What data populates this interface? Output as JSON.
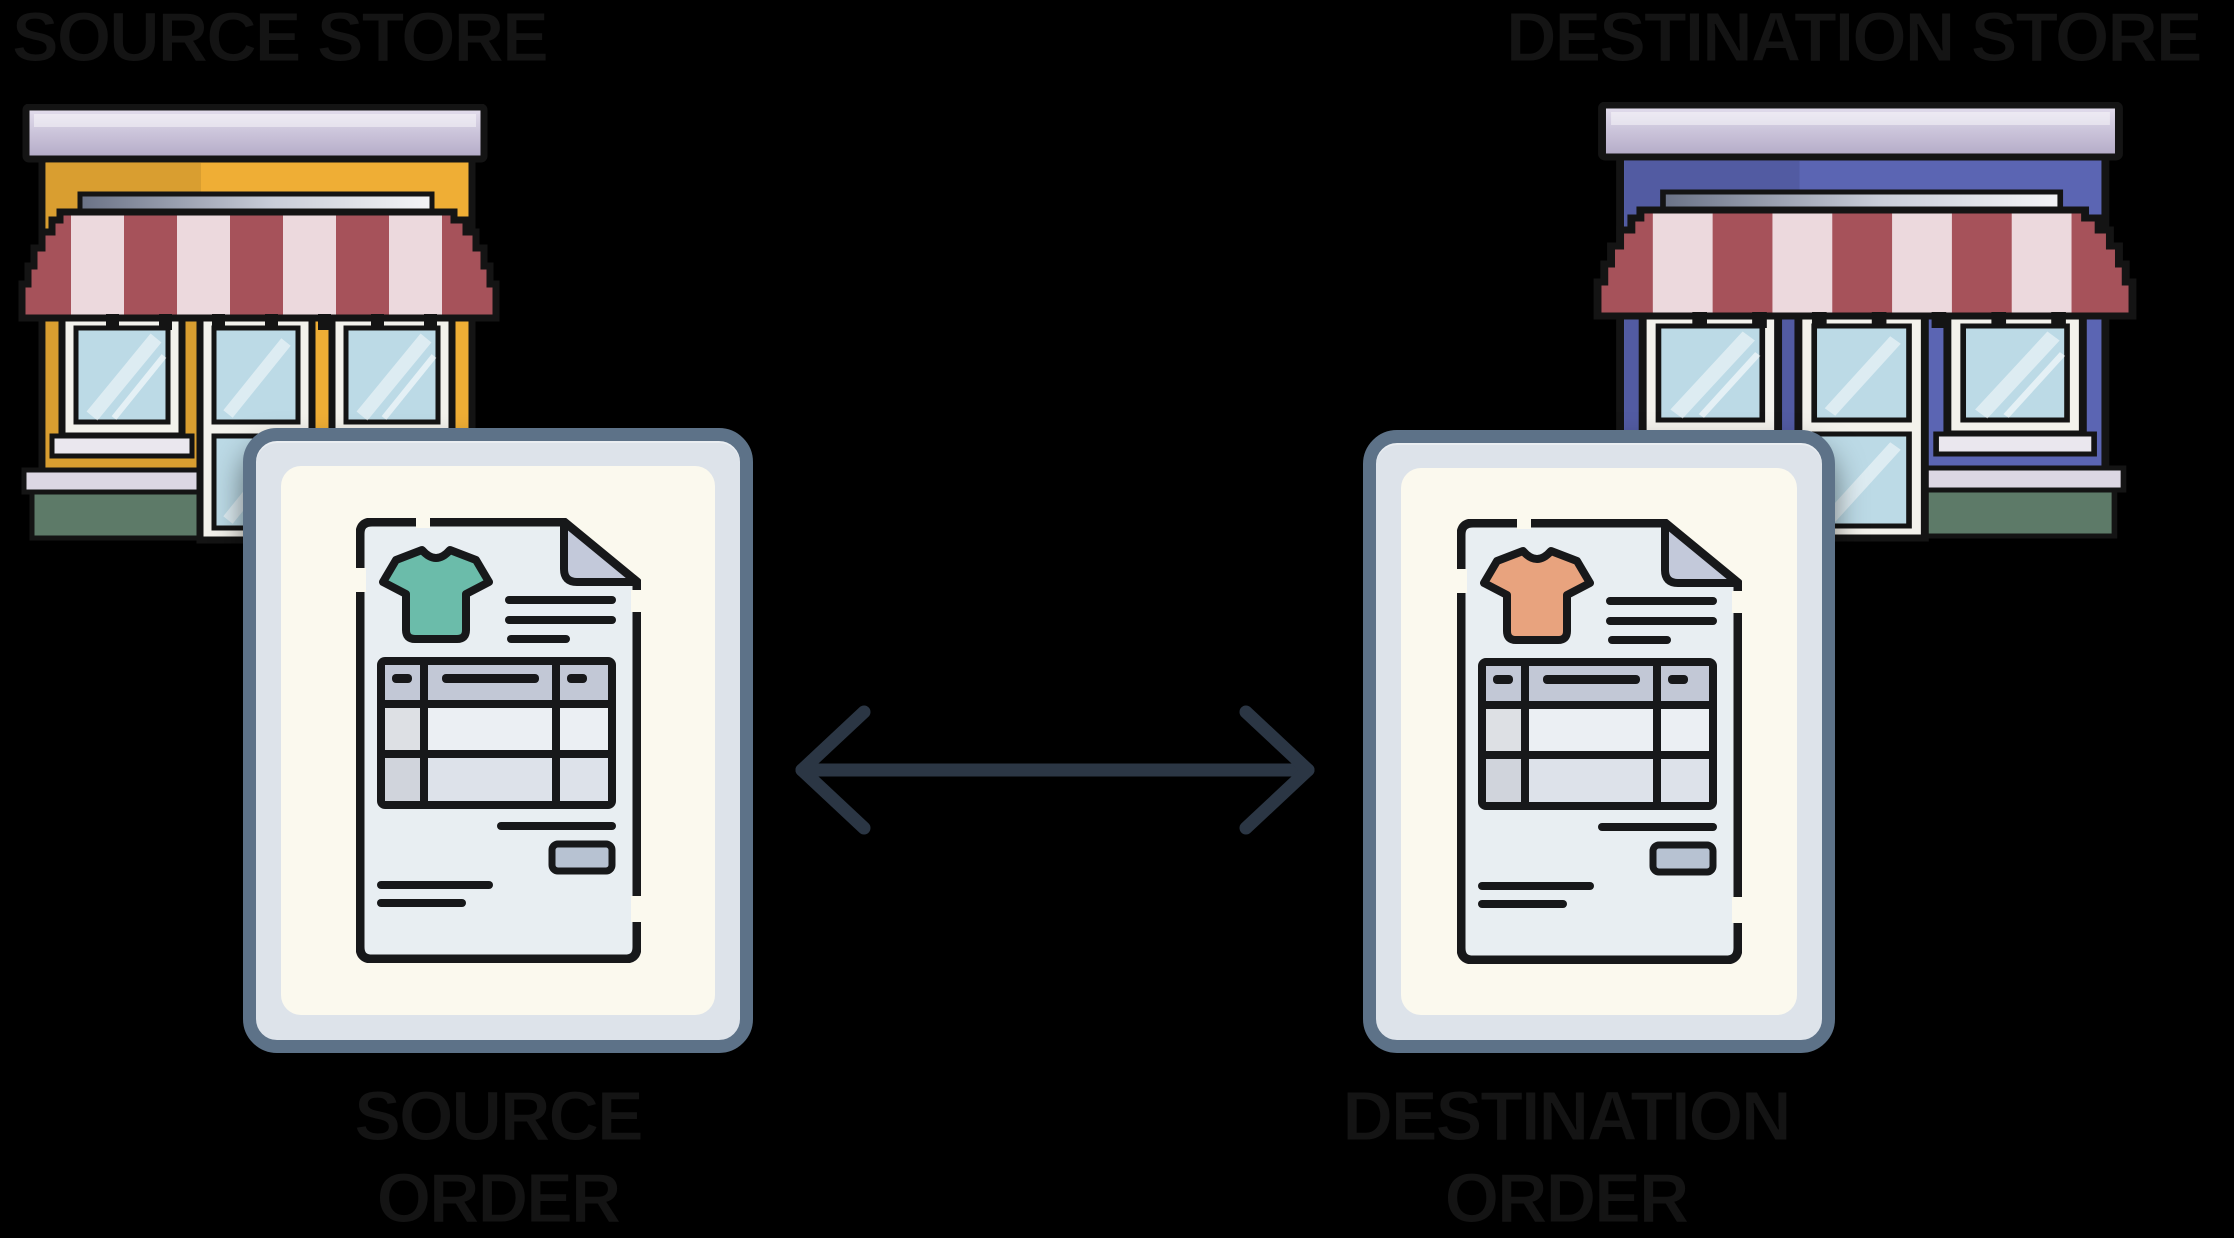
{
  "titles": {
    "source_store": "SOURCE STORE",
    "destination_store": "DESTINATION STORE"
  },
  "labels": {
    "source_order_line1": "SOURCE",
    "source_order_line2": "ORDER",
    "destination_order_line1": "DESTINATION",
    "destination_order_line2": "ORDER"
  },
  "icons": {
    "left": "storefront-icon",
    "right": "storefront-icon",
    "left_card": "order-document-icon",
    "right_card": "order-document-icon",
    "left_card_product": "tshirt-icon",
    "right_card_product": "tshirt-icon",
    "between_cards": "bidirectional-arrow-icon"
  },
  "colors": {
    "title_text": "#141414",
    "ink": "#17181a",
    "source_wall": "#efae35",
    "dest_wall": "#5b65b3",
    "awning_red": "#a6525a",
    "awning_pink": "#ecd9dd",
    "sign_lavender": "#c9c2d8",
    "base_light": "#dcd7e3",
    "base_green": "#5d7a68",
    "glass_blue": "#bcdae6",
    "frame_white": "#f3f2ec",
    "card_border": "#5d7288",
    "card_panel": "#dde3ea",
    "card_inner": "#fbf9ee",
    "paper": "#e8eef2",
    "fold_grey": "#c3c9da",
    "table_header": "#c2c8d6",
    "table_row_light": "#ebeff3",
    "table_row_mid": "#dde2ea",
    "button_grey": "#b7c2d2",
    "source_shirt": "#6bbcaa",
    "dest_shirt": "#e8a37e",
    "arrow": "#2b3644"
  }
}
